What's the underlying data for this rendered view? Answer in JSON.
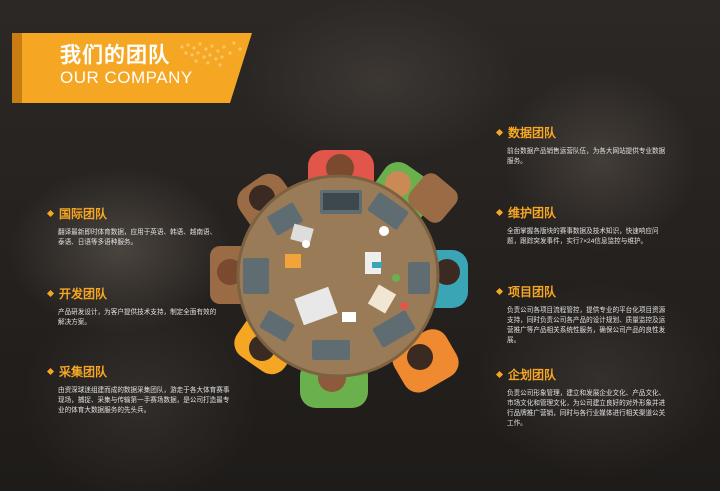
{
  "header": {
    "title": "我们的团队",
    "subtitle": "OUR COMPANY"
  },
  "colors": {
    "accent": "#f5a623",
    "table": "#9a7b57",
    "teal": "#3aa6b5",
    "orange": "#f08a30",
    "green": "#6ab04c",
    "red": "#e2554b",
    "brown": "#8d5a3c"
  },
  "teams_left": [
    {
      "title": "国际团队",
      "desc": "翻译最新即时体育数据，应用于英语、韩语、越南语、泰语、日语等多语种服务。"
    },
    {
      "title": "开发团队",
      "desc": "产品研发设计，为客户提供技术支持，制定全面有效的解决方案。"
    },
    {
      "title": "采集团队",
      "desc": "由资深球迷组建而成的数据采集团队，游走于各大体育赛事现场，捕捉、采集与传输第一手赛场数据，是公司打造最专业的体育大数据服务的先头兵。"
    }
  ],
  "teams_right": [
    {
      "title": "数据团队",
      "desc": "前台数据产品销售运营队伍，为各大网站提供专业数据服务。"
    },
    {
      "title": "维护团队",
      "desc": "全面掌握各版块的赛事数据及技术知识，快速响应问题，跟踪突发事件，实行7×24信息监控与维护。"
    },
    {
      "title": "项目团队",
      "desc": "负责公司各项目流程管控，提供专业的平台化项目资源支持，同时负责公司各产品的设计规划、质量监控及运营推广等产品相关系统性服务，确保公司产品的良性发展。"
    },
    {
      "title": "企划团队",
      "desc": "负责公司形象管理，建立和发展企业文化、产品文化、市场文化和管理文化，为公司建立良好的对外形象并进行品牌推广营销，同时与各行业媒体进行相关渠道公关工作。"
    }
  ],
  "illustration": {
    "icon": "team-meeting-table-illustration"
  }
}
